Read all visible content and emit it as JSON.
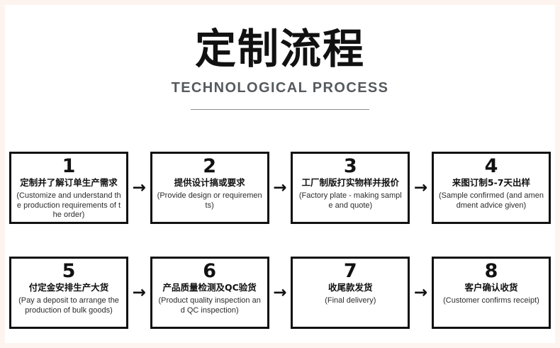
{
  "header": {
    "title": "定制流程",
    "subtitle": "TECHNOLOGICAL PROCESS"
  },
  "colors": {
    "page_background": "#ffffff",
    "outer_background": "#fdf4ef",
    "box_border": "#111111",
    "text": "#111111",
    "subtitle": "#555a5e",
    "divider": "#8b8f94"
  },
  "arrow_glyph": "→",
  "rows": [
    {
      "steps": [
        {
          "number": "1",
          "cn": "定制并了解订单生产需求",
          "en": "(Customize and understand the production requirements of the order)"
        },
        {
          "number": "2",
          "cn": "提供设计搞或要求",
          "en": "(Provide design or requirements)"
        },
        {
          "number": "3",
          "cn": "工厂制版打实物样并报价",
          "en": "(Factory plate - making sample and quote)"
        },
        {
          "number": "4",
          "cn": "来图订制5-7天出样",
          "en": "(Sample confirmed (and amendment advice given)"
        }
      ]
    },
    {
      "steps": [
        {
          "number": "5",
          "cn": "付定金安排生产大货",
          "en": "(Pay a deposit to arrange the production of bulk goods)"
        },
        {
          "number": "6",
          "cn": "产品质量检测及QC验货",
          "en": "(Product quality inspection and QC inspection)"
        },
        {
          "number": "7",
          "cn": "收尾款发货",
          "en": "(Final delivery)"
        },
        {
          "number": "8",
          "cn": "客户确认收货",
          "en": "(Customer confirms receipt)"
        }
      ]
    }
  ]
}
